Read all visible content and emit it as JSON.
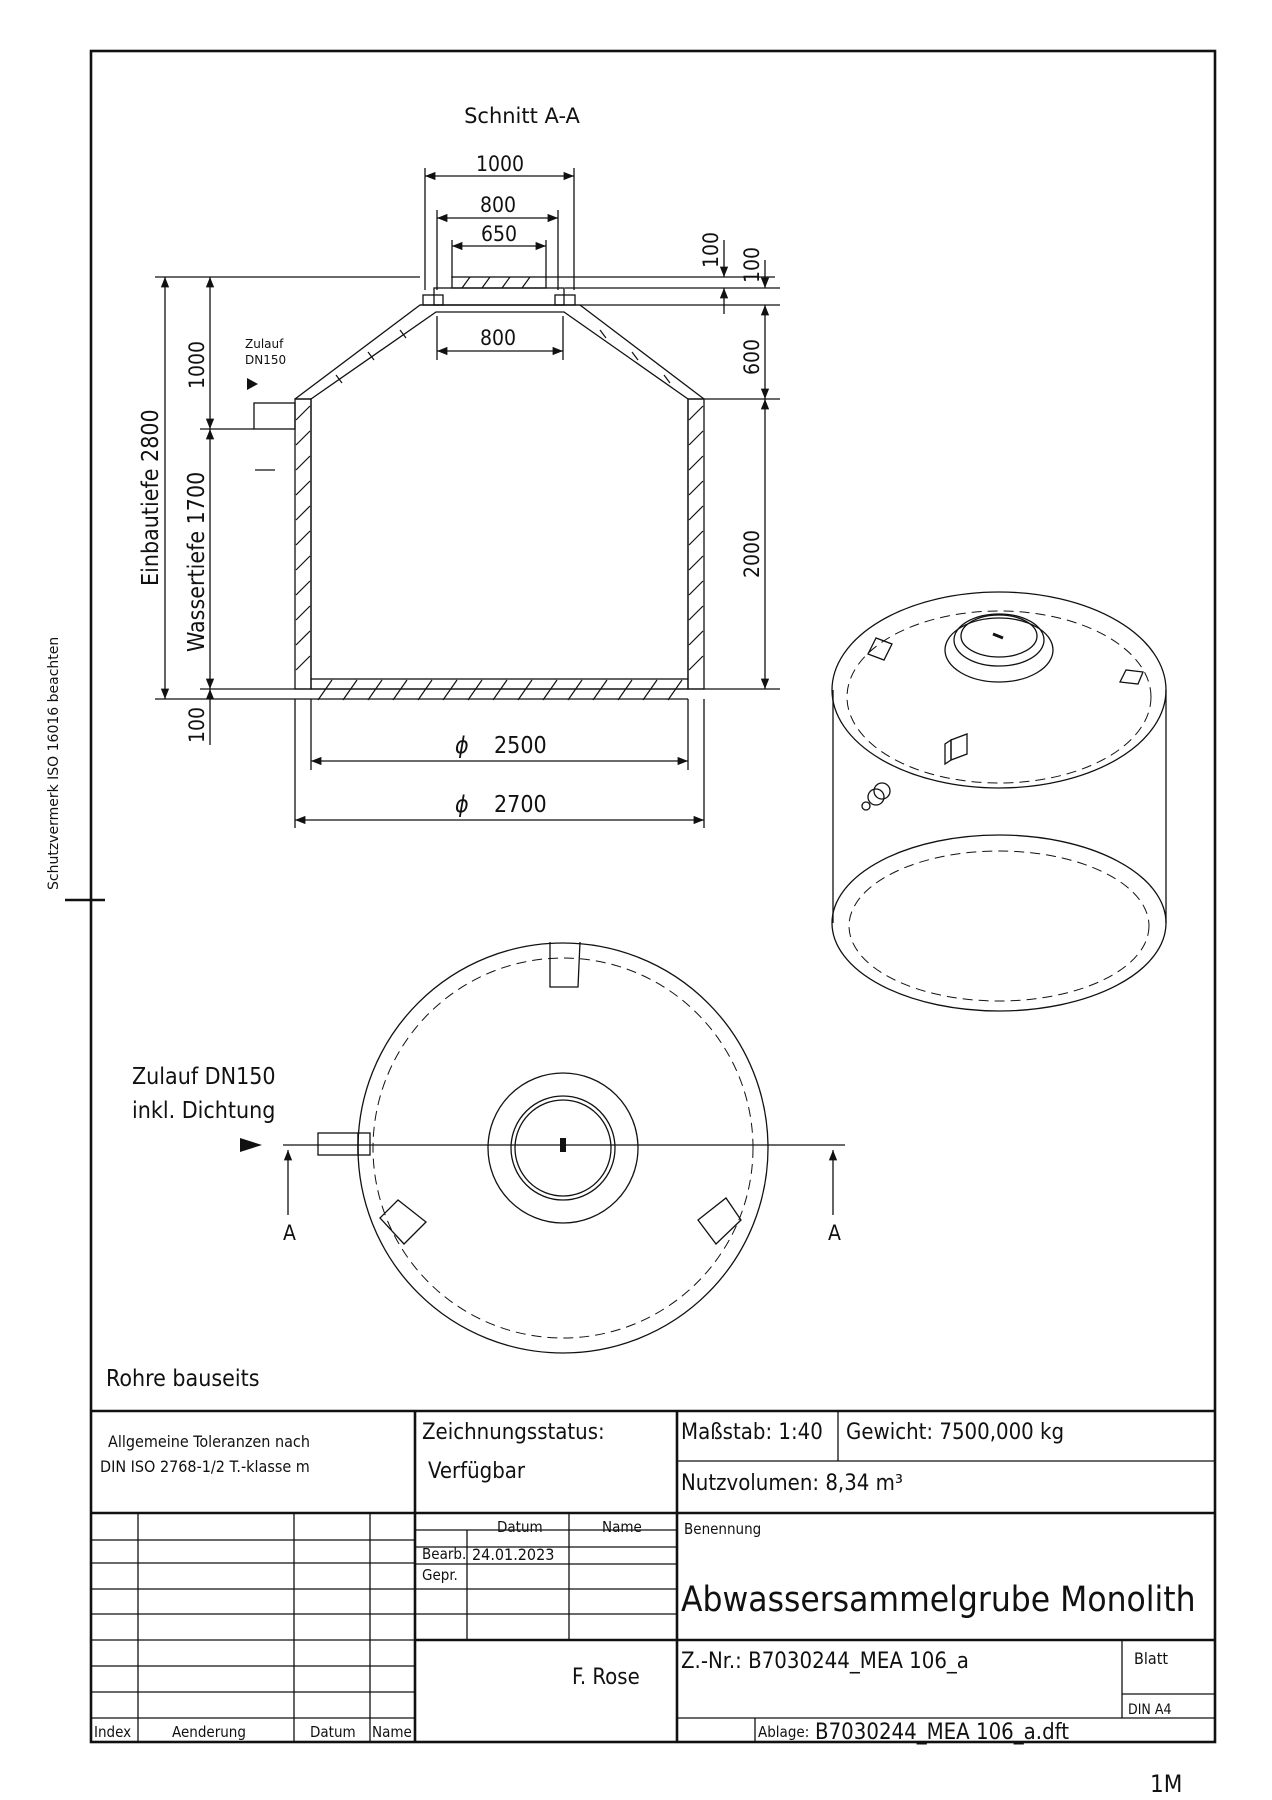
{
  "side_note": "Schutzvermerk ISO 16016 beachten",
  "section": {
    "title": "Schnitt A-A",
    "dim_1000_top": "1000",
    "dim_800_top": "800",
    "dim_650": "650",
    "dim_800_neck": "800",
    "dim_100_a": "100",
    "dim_100_b": "100",
    "dim_600": "600",
    "dim_2000": "2000",
    "dim_1000_left": "1000",
    "dim_100_bottom": "100",
    "label_einbautiefe": "Einbautiefe  2800",
    "label_wassertiefe": "Wassertiefe  1700",
    "zulauf_small": "Zulauf",
    "zulauf_small_dn": "DN150",
    "dim_d2500": "2500",
    "dim_d2700": "2700",
    "dia_symbol": "ϕ"
  },
  "plan": {
    "zulauf_line1": "Zulauf DN150",
    "zulauf_line2": "inkl. Dichtung",
    "marker_left": "A",
    "marker_right": "A"
  },
  "note_pipes": "Rohre bauseits",
  "title_block": {
    "tolerances_line1": "Allgemeine Toleranzen nach",
    "tolerances_line2": "DIN ISO 2768-1/2 T.-klasse m",
    "status_label": "Zeichnungsstatus:",
    "status_value": "Verfügbar",
    "scale": "Maßstab: 1:40",
    "weight": "Gewicht: 7500,000 kg",
    "volume": "Nutzvolumen: 8,34 m³",
    "col_datum": "Datum",
    "col_name": "Name",
    "bearb_label": "Bearb.",
    "bearb_date": "24.01.2023",
    "gepr_label": "Gepr.",
    "benennung_label": "Benennung",
    "title": "Abwassersammelgrube Monolith",
    "author": "F. Rose",
    "drawing_no": "Z.-Nr.: B7030244_MEA 106_a",
    "blatt": "Blatt",
    "format": "DIN A4",
    "ablage_label": "Ablage:",
    "ablage_value": "B7030244_MEA 106_a.dft",
    "rev_index": "Index",
    "rev_change": "Aenderung",
    "rev_date": "Datum",
    "rev_name": "Name"
  },
  "corner_mark": "1M"
}
